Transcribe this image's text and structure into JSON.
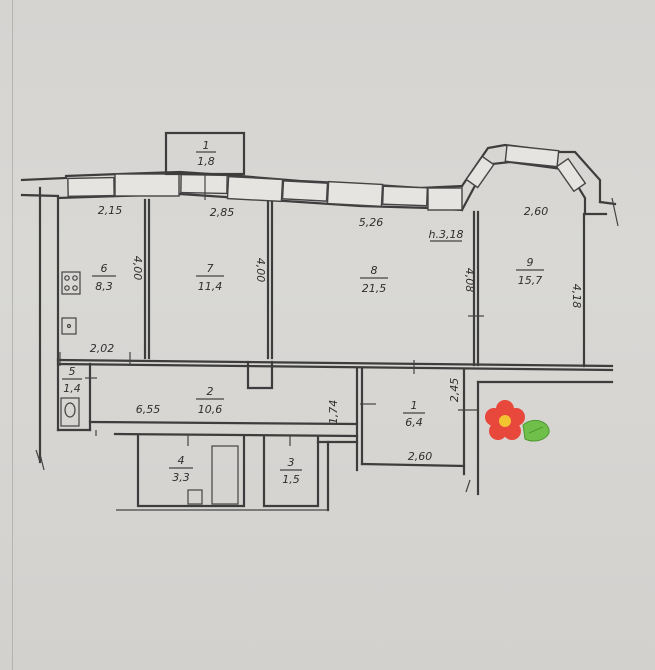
{
  "rooms": [
    {
      "id": "1-balcony",
      "number": "1",
      "area": "1,8"
    },
    {
      "id": "6",
      "number": "6",
      "area": "8,3"
    },
    {
      "id": "7",
      "number": "7",
      "area": "11,4"
    },
    {
      "id": "8",
      "number": "8",
      "area": "21,5"
    },
    {
      "id": "9",
      "number": "9",
      "area": "15,7"
    },
    {
      "id": "5",
      "number": "5",
      "area": "1,4"
    },
    {
      "id": "2",
      "number": "2",
      "area": "10,6"
    },
    {
      "id": "1-hall",
      "number": "1",
      "area": "6,4"
    },
    {
      "id": "4",
      "number": "4",
      "area": "3,3"
    },
    {
      "id": "3",
      "number": "3",
      "area": "1,5"
    }
  ],
  "dimensions": {
    "d_2_15": "2,15",
    "d_2_85": "2,85",
    "d_5_26": "5,26",
    "d_2_60_top": "2,60",
    "height": "h.3,18",
    "d_4_00_a": "4,00",
    "d_4_00_b": "4,00",
    "d_4_08": "4,08",
    "d_4_18": "4,18",
    "d_2_02": "2,02",
    "d_6_55": "6,55",
    "d_1_74": "1,74",
    "d_2_45": "2,45",
    "d_2_60_bottom": "2,60"
  },
  "colors": {
    "paper": "#d8d6d3",
    "walls": "#3d3d3d",
    "flower_petals": "#e8473c",
    "flower_center": "#f3c431",
    "flower_leaf": "#6fbf4a"
  },
  "icons": [
    "flower-sticker-icon",
    "stove-icon",
    "sink-icon",
    "toilet-icon",
    "bathtub-icon"
  ]
}
